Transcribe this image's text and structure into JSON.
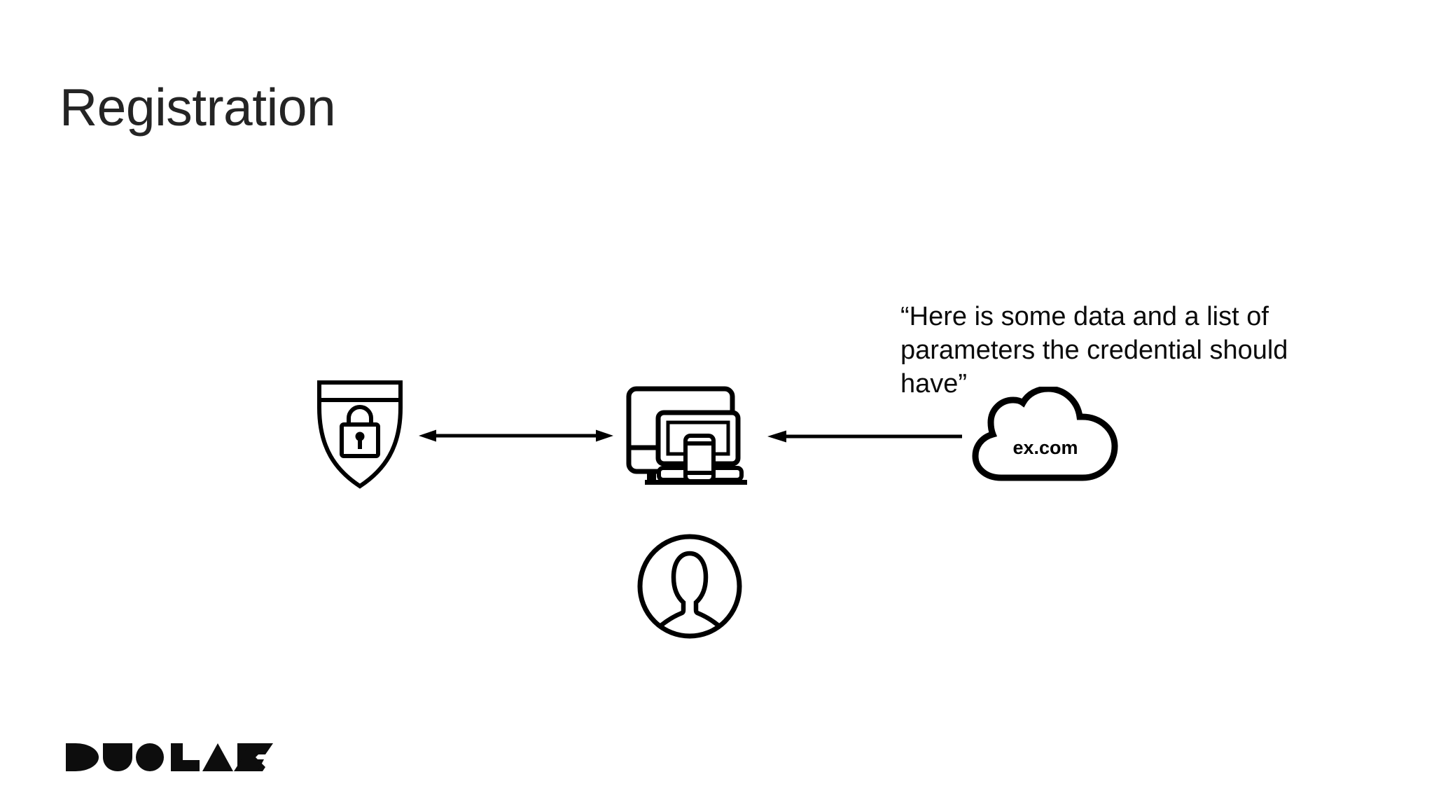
{
  "slide": {
    "title": "Registration",
    "background_color": "#ffffff",
    "title_color": "#242424",
    "line_color": "#000000"
  },
  "quote": {
    "lines": [
      "“Here is some data and a list of",
      "parameters the credential should",
      "have”"
    ]
  },
  "diagram": {
    "icons": [
      {
        "name": "shield-lock-icon",
        "meaning": "authenticator / security key"
      },
      {
        "name": "devices-icon",
        "meaning": "client devices (desktop, laptop, phone)"
      },
      {
        "name": "person-icon",
        "meaning": "user"
      },
      {
        "name": "cloud-icon",
        "meaning": "relying party server"
      }
    ],
    "server_label": "ex.com",
    "arrows": [
      {
        "name": "shield-devices-arrow",
        "direction": "two-way"
      },
      {
        "name": "cloud-devices-arrow",
        "direction": "left"
      }
    ]
  },
  "footer": {
    "logo_text": "DUO LABS"
  }
}
